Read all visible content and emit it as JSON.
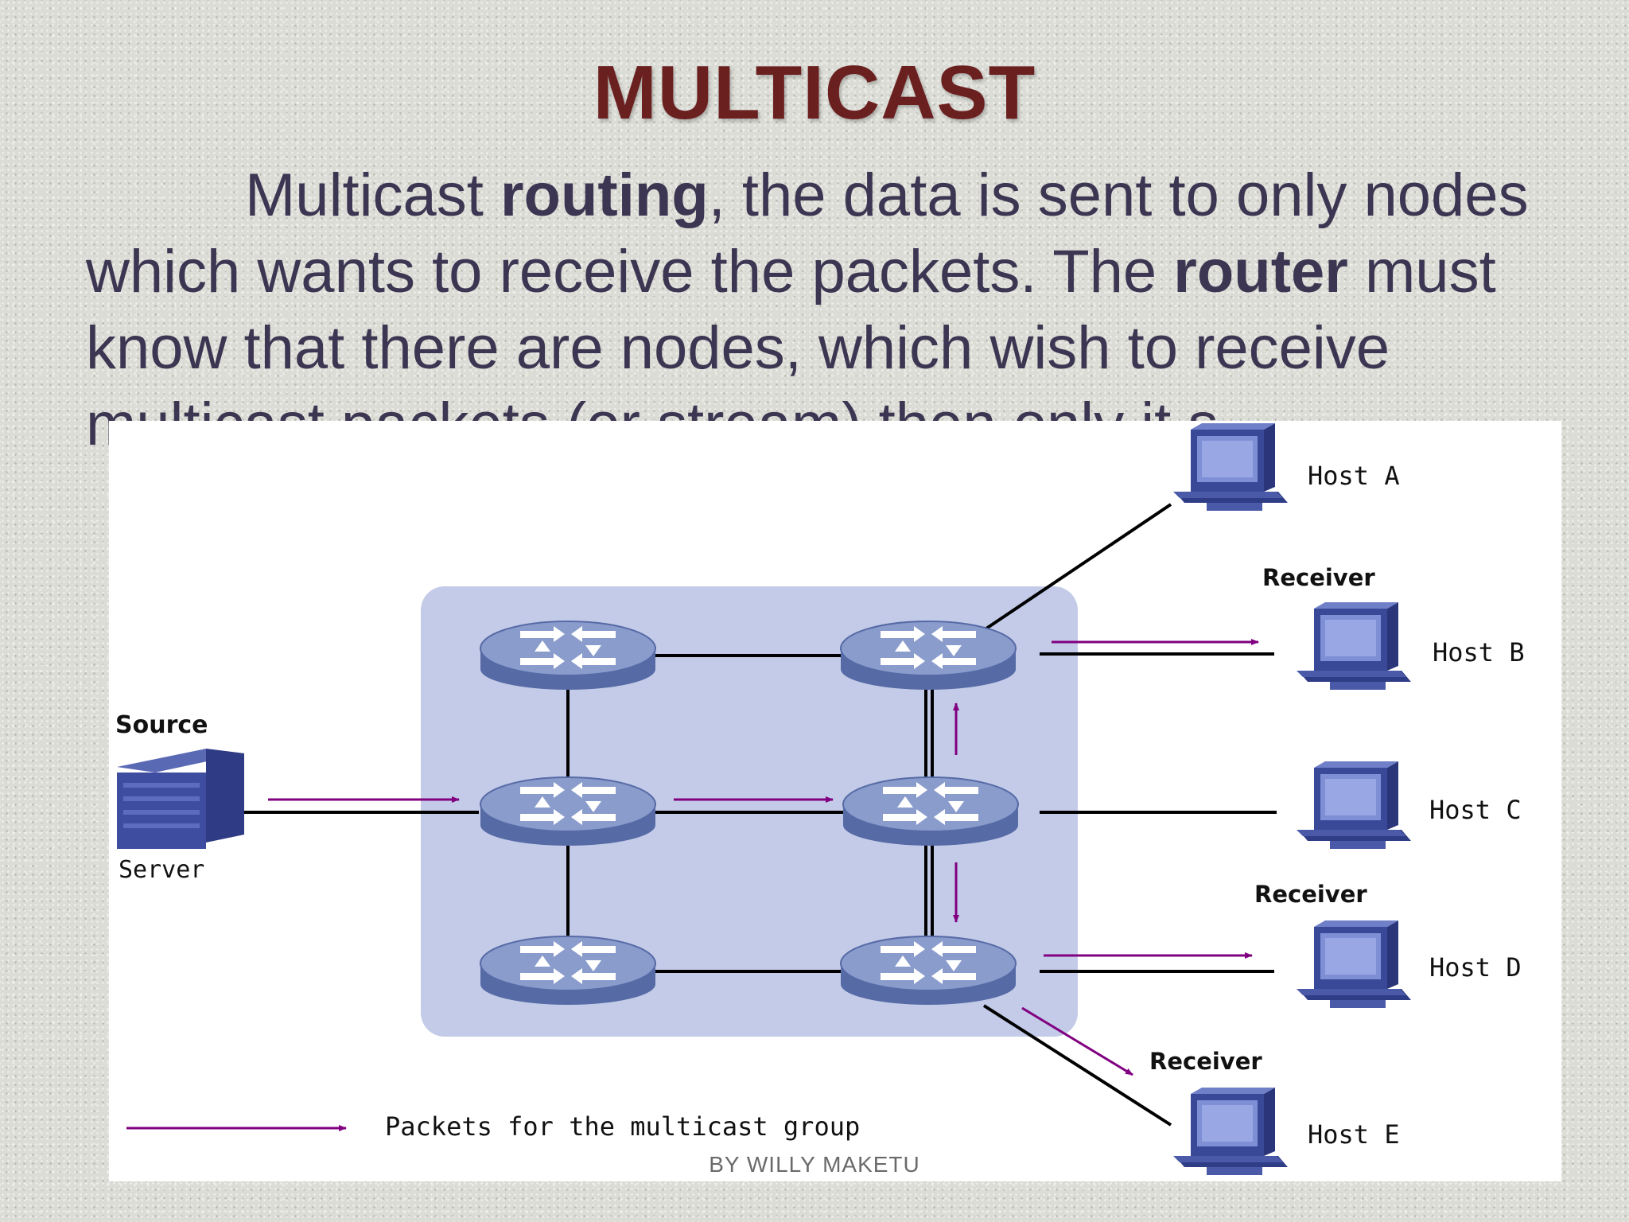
{
  "slide": {
    "title": "MULTICAST",
    "paragraph": {
      "part1": "Multicast ",
      "bold1": "routing",
      "part2": ", the data is sent to only nodes which wants to receive the packets. The ",
      "bold2": "router",
      "part3": " must know that there are nodes, which wish to receive multicast packets (or stream) then only it s"
    },
    "footer": "BY WILLY MAKETU"
  },
  "diagram": {
    "source_label": "Source",
    "server_label": "Server",
    "hosts": [
      {
        "name": "Host A",
        "role": ""
      },
      {
        "name": "Host B",
        "role": "Receiver"
      },
      {
        "name": "Host C",
        "role": ""
      },
      {
        "name": "Host D",
        "role": "Receiver"
      },
      {
        "name": "Host E",
        "role": "Receiver"
      }
    ],
    "legend": "Packets for the multicast group",
    "colors": {
      "router_top": "#8a9ccc",
      "router_side": "#566aa6",
      "network_area": "#c3cbe8",
      "arrow": "#800080",
      "pc": "#4b5aa8"
    },
    "icons": [
      "router-icon",
      "server-icon",
      "pc-icon"
    ]
  }
}
